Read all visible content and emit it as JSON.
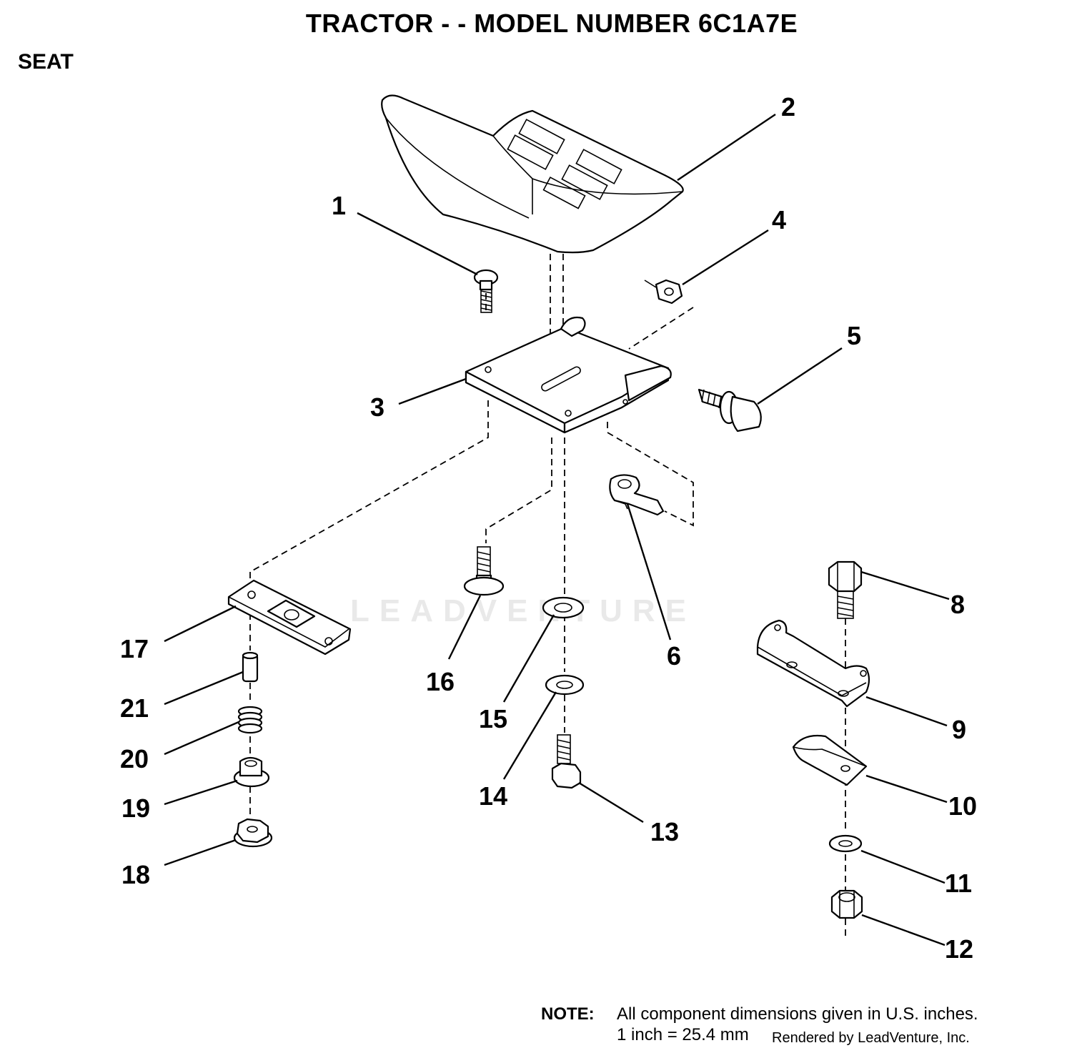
{
  "header": {
    "title": "TRACTOR  - - MODEL NUMBER 6C1A7E",
    "section": "SEAT"
  },
  "callouts": [
    "1",
    "2",
    "3",
    "4",
    "5",
    "6",
    "8",
    "9",
    "10",
    "11",
    "12",
    "13",
    "14",
    "15",
    "16",
    "17",
    "18",
    "19",
    "20",
    "21"
  ],
  "watermark": {
    "text": "LEADVENTURE"
  },
  "note": {
    "label": "NOTE:",
    "line1": "All component dimensions given in U.S. inches.",
    "line2": "1 inch = 25.4 mm"
  },
  "credit": "Rendered by LeadVenture, Inc."
}
